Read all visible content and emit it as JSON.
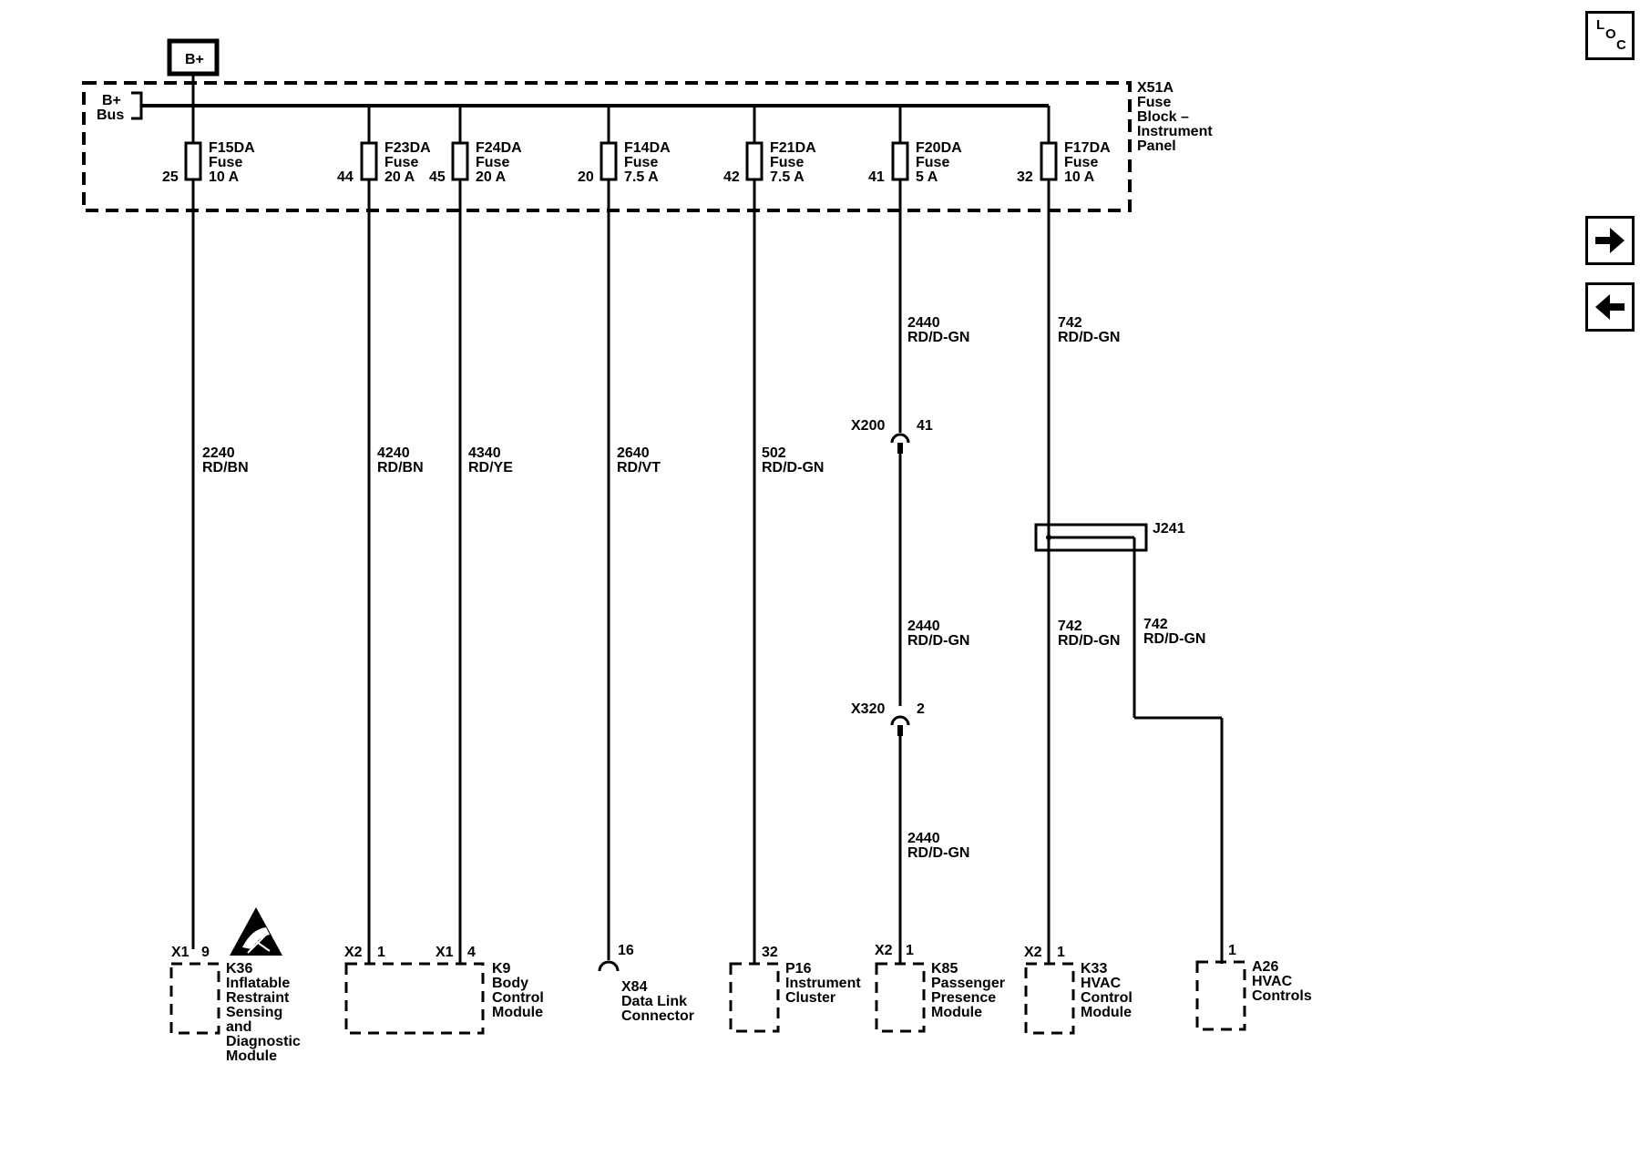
{
  "power_source": "B+",
  "fuse_block": {
    "name": [
      "X51A",
      "Fuse",
      "Block –",
      "Instrument",
      "Panel"
    ],
    "bus_label": [
      "B+",
      "Bus"
    ]
  },
  "fuses": [
    {
      "id": "F15DA",
      "type": "Fuse",
      "rating": "10 A",
      "pin": "25",
      "circuit": "2240",
      "color": "RD/BN"
    },
    {
      "id": "F23DA",
      "type": "Fuse",
      "rating": "20 A",
      "pin": "44",
      "circuit": "4240",
      "color": "RD/BN"
    },
    {
      "id": "F24DA",
      "type": "Fuse",
      "rating": "20 A",
      "pin": "45",
      "circuit": "4340",
      "color": "RD/YE"
    },
    {
      "id": "F14DA",
      "type": "Fuse",
      "rating": "7.5 A",
      "pin": "20",
      "circuit": "2640",
      "color": "RD/VT"
    },
    {
      "id": "F21DA",
      "type": "Fuse",
      "rating": "7.5 A",
      "pin": "42",
      "circuit": "502",
      "color": "RD/D-GN"
    },
    {
      "id": "F20DA",
      "type": "Fuse",
      "rating": "5 A",
      "pin": "41",
      "circuit": "2440",
      "color": "RD/D-GN"
    },
    {
      "id": "F17DA",
      "type": "Fuse",
      "rating": "10 A",
      "pin": "32",
      "circuit": "742",
      "color": "RD/D-GN"
    }
  ],
  "connectors": [
    {
      "id": "X200",
      "pin": "41"
    },
    {
      "id": "X320",
      "pin": "2"
    }
  ],
  "wire_labels": {
    "f20_seg2": {
      "circuit": "2440",
      "color": "RD/D-GN"
    },
    "f20_seg3": {
      "circuit": "2440",
      "color": "RD/D-GN"
    },
    "f17_seg2": {
      "circuit": "742",
      "color": "RD/D-GN"
    },
    "a26_branch": {
      "circuit": "742",
      "color": "RD/D-GN"
    }
  },
  "splice": {
    "id": "J241"
  },
  "modules": [
    {
      "id": "K36",
      "name": [
        "K36",
        "Inflatable",
        "Restraint",
        "Sensing",
        "and",
        "Diagnostic",
        "Module"
      ],
      "connector": "X1",
      "pin": "9"
    },
    {
      "id": "K9",
      "name": [
        "K9",
        "Body",
        "Control",
        "Module"
      ],
      "connector_a": "X2",
      "pin_a": "1",
      "connector_b": "X1",
      "pin_b": "4"
    },
    {
      "id": "X84",
      "name": [
        "X84",
        "Data Link",
        "Connector"
      ],
      "pin": "16"
    },
    {
      "id": "P16",
      "name": [
        "P16",
        "Instrument",
        "Cluster"
      ],
      "pin": "32"
    },
    {
      "id": "K85",
      "name": [
        "K85",
        "Passenger",
        "Presence",
        "Module"
      ],
      "connector": "X2",
      "pin": "1"
    },
    {
      "id": "K33",
      "name": [
        "K33",
        "HVAC",
        "Control",
        "Module"
      ],
      "connector": "X2",
      "pin": "1"
    },
    {
      "id": "A26",
      "name": [
        "A26",
        "HVAC",
        "Controls"
      ],
      "pin": "1"
    }
  ],
  "nav": {
    "loc_letters": [
      "L",
      "O",
      "C"
    ],
    "next_icon": "arrow-right-icon",
    "prev_icon": "arrow-left-icon"
  },
  "colors": {
    "line": "#000000",
    "background": "#ffffff"
  },
  "icons": {
    "esd_warning": "esd-hand-warning-icon"
  }
}
